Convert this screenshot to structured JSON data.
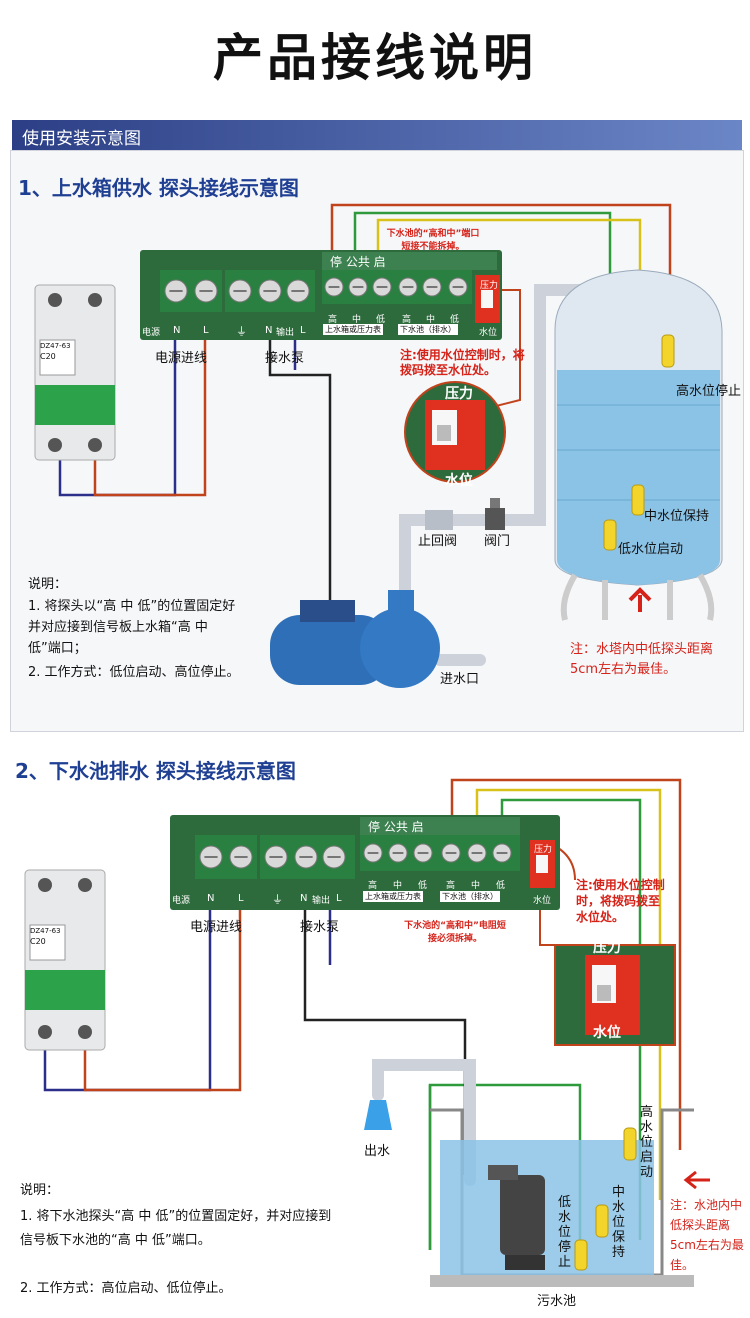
{
  "title": "产品接线说明",
  "section_banner": "使用安装示意图",
  "diagram1": {
    "heading": "1、上水箱供水 探头接线示意图",
    "board_header": "停 公共 启",
    "terminal_labels": [
      "电源",
      "N",
      "L",
      "⏚",
      "N",
      "输出",
      "L"
    ],
    "level_labels_upper": [
      "高",
      "中",
      "低"
    ],
    "level_labels_lower": [
      "高",
      "中",
      "低"
    ],
    "group_upper": "上水箱或压力表",
    "group_lower": "下水池（排水）",
    "switch_top": "压力",
    "switch_bottom": "水位",
    "power_in": "电源进线",
    "pump_conn": "接水泵",
    "short_note": "下水池的“高和中”端口短接不能拆掉。",
    "dip_note": "注:使用水位控制时，将拨码拨至水位处。",
    "zoom_top": "压力",
    "zoom_bottom": "水位",
    "check_valve": "止回阀",
    "valve": "阀门",
    "inlet": "进水口",
    "high_stop": "高水位停止",
    "mid_keep": "中水位保持",
    "low_start": "低水位启动",
    "tower_note": "注：水塔内中低探头距离5cm左右为最佳。",
    "notes_title": "说明：",
    "notes": [
      "1. 将探头以“高 中 低”的位置固定好并对应接到信号板上水箱“高 中 低”端口；",
      "2. 工作方式：低位启动、高位停止。"
    ]
  },
  "diagram2": {
    "heading": "2、下水池排水 探头接线示意图",
    "board_header": "停 公共 启",
    "terminal_labels": [
      "电源",
      "N",
      "L",
      "⏚",
      "N",
      "输出",
      "L"
    ],
    "level_labels_upper": [
      "高",
      "中",
      "低"
    ],
    "level_labels_lower": [
      "高",
      "中",
      "低"
    ],
    "group_upper": "上水箱或压力表",
    "group_lower": "下水池（排水）",
    "switch_top": "压力",
    "switch_bottom": "水位",
    "power_in": "电源进线",
    "pump_conn": "接水泵",
    "short_note": "下水池的“高和中”电阻短接必须拆掉。",
    "dip_note": "注:使用水位控制时，将拨码拨至水位处。",
    "zoom_top": "压力",
    "zoom_bottom": "水位",
    "outlet": "出水",
    "high_start": "高水位启动",
    "mid_keep": "中水位保持",
    "low_stop": "低水位停止",
    "sewage_pool": "污水池",
    "pool_note": "注：水池内中低探头距离5cm左右为最佳。",
    "notes_title": "说明：",
    "notes": [
      "1. 将下水池探头“高 中 低”的位置固定好，并对应接到信号板下水池的“高 中 低”端口。",
      "2. 工作方式：高位启动、低位停止。"
    ]
  },
  "breaker_model": "DZ47-63",
  "breaker_rating": "C20",
  "colors": {
    "board": "#2d6a3c",
    "wire_red": "#c0431c",
    "wire_blue": "#2b2f8a",
    "wire_yellow": "#d8c21a",
    "wire_green": "#2e9a3c",
    "wire_black": "#222222",
    "pipe": "#dfe3ea",
    "note_red": "#d5231a",
    "heading_blue": "#1f3f93"
  }
}
